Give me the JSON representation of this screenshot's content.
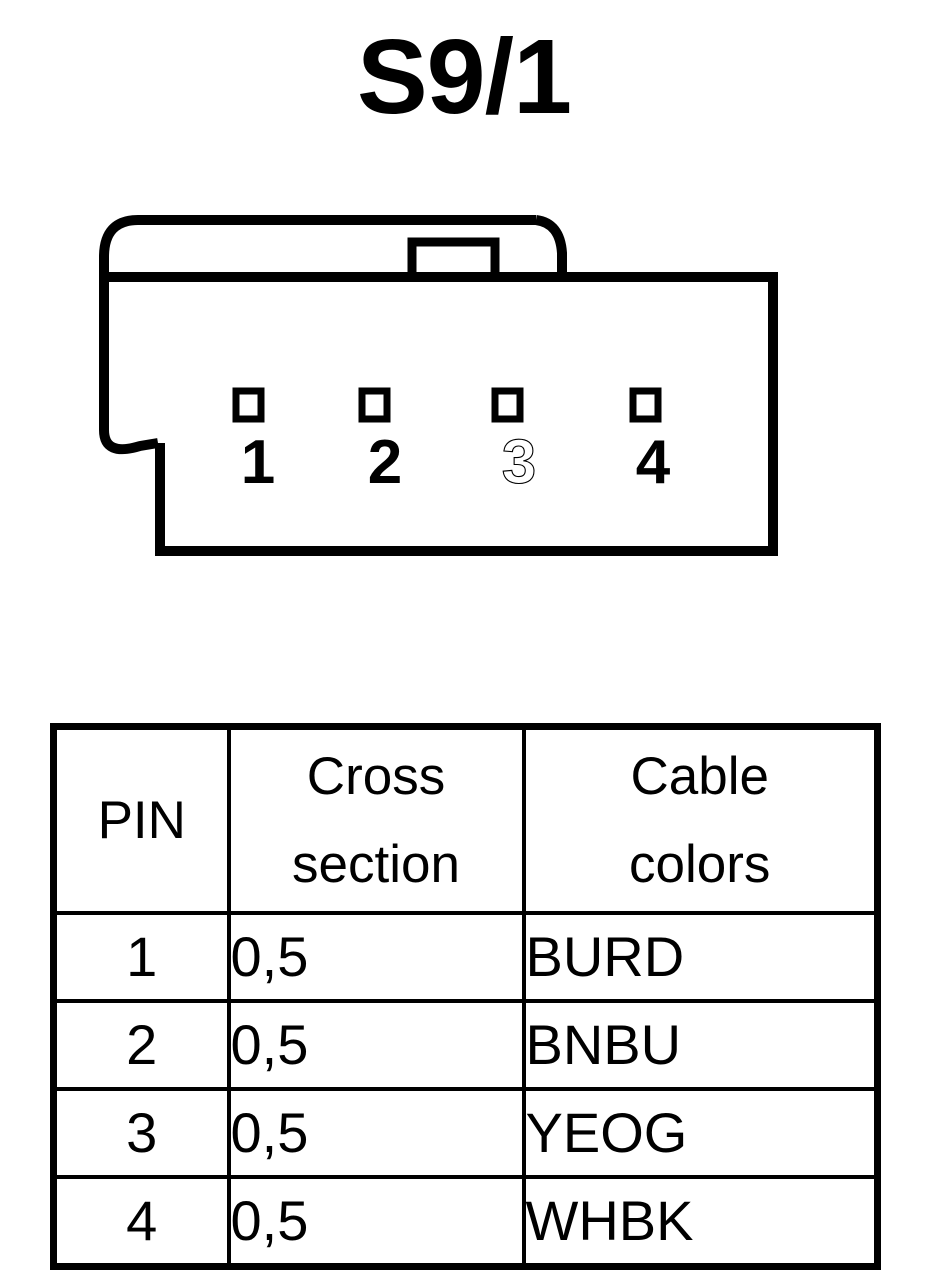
{
  "title": "S9/1",
  "connector": {
    "name": "connector-housing-4pin",
    "pin_count": 4,
    "pin_labels": [
      "1",
      "2",
      "3",
      "4"
    ],
    "pin_label_styles": [
      "solid",
      "solid",
      "outline",
      "solid"
    ],
    "latch_present": true,
    "line_color": "#000000",
    "fill_color": "#ffffff"
  },
  "table": {
    "headers": {
      "pin": {
        "line1": "PIN",
        "line2": ""
      },
      "cross_section": {
        "line1": "Cross",
        "line2": "section"
      },
      "cable_colors": {
        "line1": "Cable",
        "line2": "colors"
      }
    },
    "rows": [
      {
        "pin": "1",
        "cross_section": "0,5",
        "cable_colors": "BURD"
      },
      {
        "pin": "2",
        "cross_section": "0,5",
        "cable_colors": "BNBU"
      },
      {
        "pin": "3",
        "cross_section": "0,5",
        "cable_colors": "YEOG"
      },
      {
        "pin": "4",
        "cross_section": "0,5",
        "cable_colors": "WHBK"
      }
    ]
  }
}
